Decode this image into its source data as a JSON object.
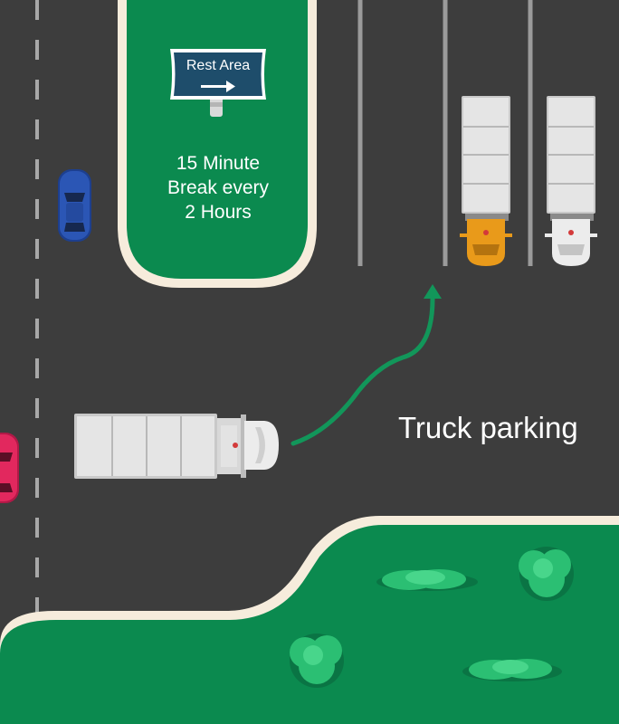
{
  "sign": {
    "title": "Rest Area",
    "arrow_icon": "right-arrow-icon"
  },
  "rest_note": {
    "line1": "15 Minute",
    "line2": "Break every",
    "line3": "2 Hours"
  },
  "zone_label": "Truck parking",
  "colors": {
    "asphalt": "#3d3d3d",
    "grass": "#0b8a4f",
    "curb": "#f6ecdc",
    "sign_blue": "#1e4d6b",
    "path_arrow": "#12965a",
    "lane_marking": "#9b9b9b"
  }
}
